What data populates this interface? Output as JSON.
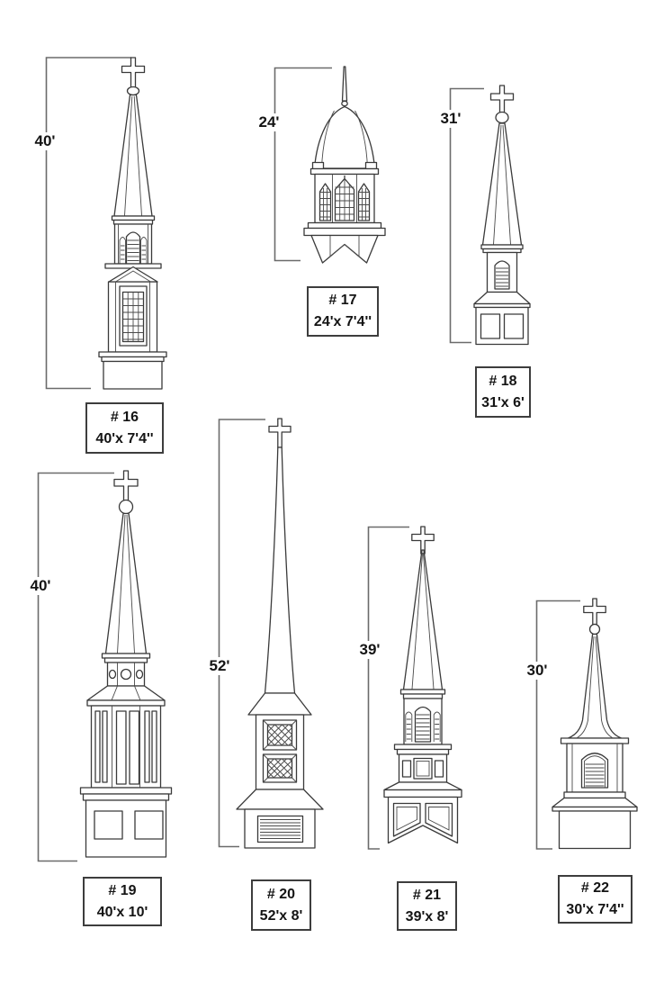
{
  "diagram": {
    "description": "Seven numbered church steeple elevation drawings with height dimension brackets and spec tags",
    "colors": {
      "line": "#3a3a3a",
      "dimension_line": "#6b6b6b",
      "text": "#141414",
      "background": "#ffffff"
    }
  },
  "steeples": [
    {
      "number": "# 16",
      "height": "40'",
      "size": "40'x 7'4''"
    },
    {
      "number": "# 17",
      "height": "24'",
      "size": "24'x 7'4''"
    },
    {
      "number": "# 18",
      "height": "31'",
      "size": "31'x 6'"
    },
    {
      "number": "# 19",
      "height": "40'",
      "size": "40'x 10'"
    },
    {
      "number": "# 20",
      "height": "52'",
      "size": "52'x 8'"
    },
    {
      "number": "# 21",
      "height": "39'",
      "size": "39'x 8'"
    },
    {
      "number": "# 22",
      "height": "30'",
      "size": "30'x 7'4''"
    }
  ]
}
